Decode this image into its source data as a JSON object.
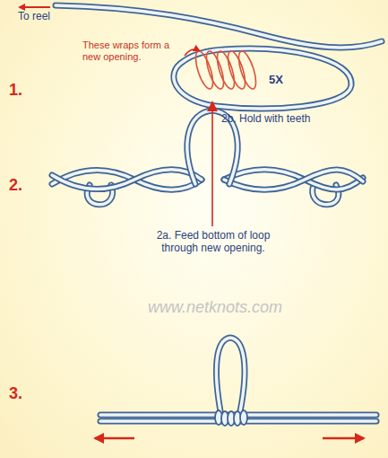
{
  "diagram": {
    "labels": [
      "To reel",
      "1.",
      "These wraps form a new opening.",
      "5X",
      "2.",
      "2b. Hold with teeth",
      "2a. Feed bottom of loop through new opening.",
      "www.netknots.com",
      "3."
    ]
  }
}
